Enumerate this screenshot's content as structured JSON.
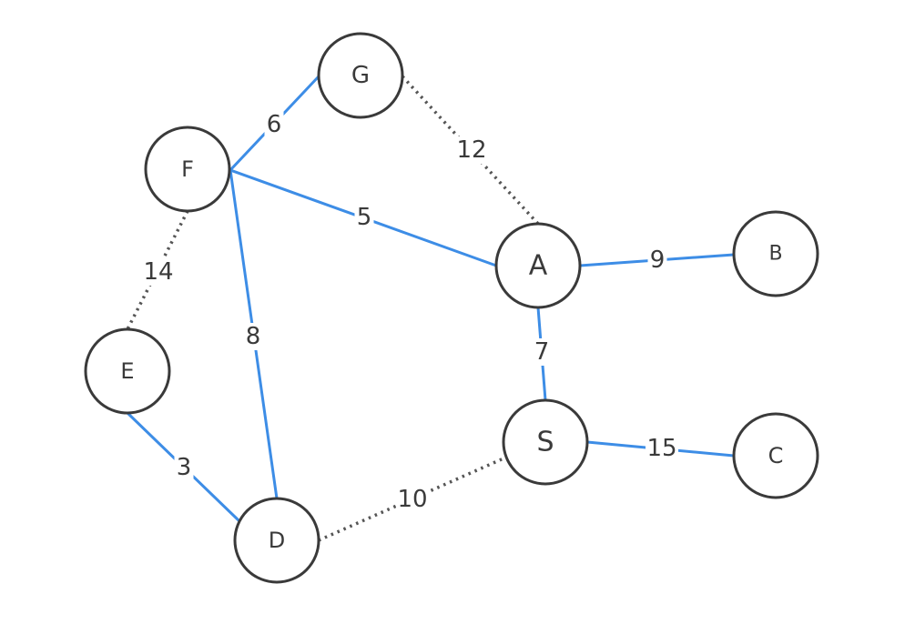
{
  "graph": {
    "colors": {
      "mst_edge": "#3d8de6",
      "other_edge": "#555555",
      "node_stroke": "#3a3a3a",
      "text": "#3a3a3a"
    },
    "nodes": [
      {
        "id": "G"
      },
      {
        "id": "F"
      },
      {
        "id": "A"
      },
      {
        "id": "B"
      },
      {
        "id": "E"
      },
      {
        "id": "S"
      },
      {
        "id": "C"
      },
      {
        "id": "D"
      }
    ],
    "edges": [
      {
        "from": "F",
        "to": "G",
        "weight": "6",
        "in_tree": true
      },
      {
        "from": "G",
        "to": "A",
        "weight": "12",
        "in_tree": false
      },
      {
        "from": "F",
        "to": "A",
        "weight": "5",
        "in_tree": true
      },
      {
        "from": "A",
        "to": "B",
        "weight": "9",
        "in_tree": true
      },
      {
        "from": "F",
        "to": "E",
        "weight": "14",
        "in_tree": false
      },
      {
        "from": "F",
        "to": "D",
        "weight": "8",
        "in_tree": true
      },
      {
        "from": "A",
        "to": "S",
        "weight": "7",
        "in_tree": true
      },
      {
        "from": "S",
        "to": "C",
        "weight": "15",
        "in_tree": true
      },
      {
        "from": "E",
        "to": "D",
        "weight": "3",
        "in_tree": true
      },
      {
        "from": "D",
        "to": "S",
        "weight": "10",
        "in_tree": false
      }
    ]
  }
}
